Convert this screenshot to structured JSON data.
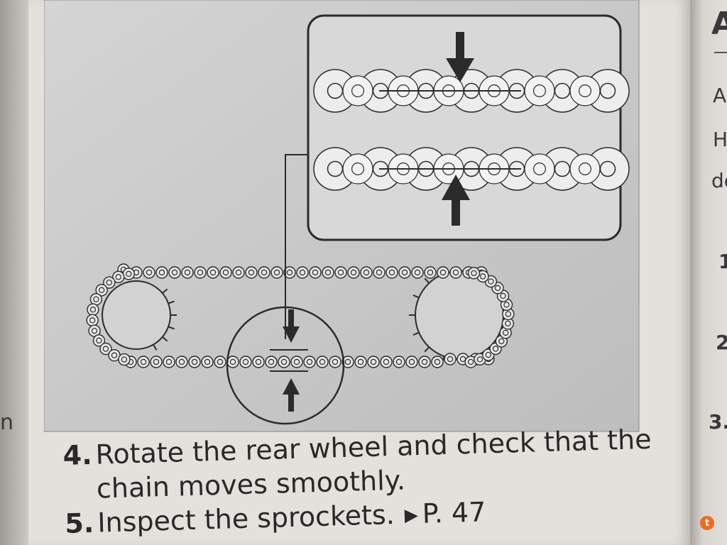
{
  "steps": [
    {
      "number": "4.",
      "line1": "Rotate the rear wheel and check that the",
      "line2": "chain moves smoothly."
    },
    {
      "number": "5.",
      "line1": "Inspect the sprockets.",
      "ref": "P. 47"
    }
  ],
  "right_page_fragments": [
    "A",
    "A",
    "H",
    "de",
    "1",
    "2",
    "3."
  ],
  "left_page_fragment": "n",
  "watermark_badge": "t",
  "colors": {
    "figure_bg": "#c9c9c9",
    "line": "#2b2b2b",
    "link_fill": "#e6e6e6",
    "text": "#2a2828"
  }
}
